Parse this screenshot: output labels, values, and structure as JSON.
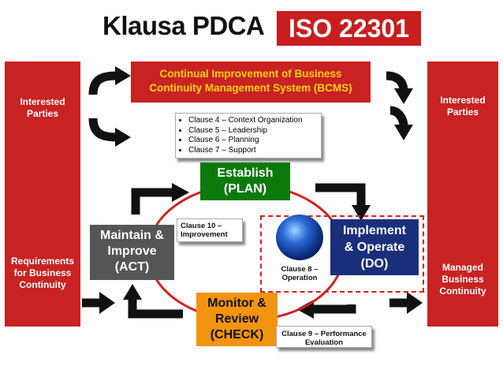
{
  "header": {
    "title": "Klausa PDCA",
    "badge": "ISO 22301"
  },
  "left_panel": {
    "top_label": "Interested Parties",
    "bottom_label": "Requirements for Business Continuity"
  },
  "right_panel": {
    "top_label": "Interested Parties",
    "bottom_label": "Managed Business Continuity"
  },
  "banner": {
    "line1": "Continual Improvement of Business",
    "line2": "Continuity Management System (BCMS)"
  },
  "clause_list": [
    "Clause 4 – Context Organization",
    "Clause 5 – Leadership",
    "Clause 6 – Planning",
    "Clause 7 – Support"
  ],
  "plan": {
    "line1": "Establish",
    "line2": "(PLAN)"
  },
  "act": {
    "line1": "Maintain &",
    "line2": "Improve",
    "line3": "(ACT)"
  },
  "check": {
    "line1": "Monitor &",
    "line2": "Review",
    "line3": "(CHECK)"
  },
  "do": {
    "line1": "Implement",
    "line2": "& Operate",
    "line3": "(DO)"
  },
  "clause10": {
    "line1": "Clause 10 –",
    "line2": "Improvement"
  },
  "clause8": {
    "line1": "Clause 8 –",
    "line2": "Operation"
  },
  "clause9": {
    "line1": "Clause 9 – Performance",
    "line2": "Evaluation"
  },
  "colors": {
    "red": "#c92222",
    "gold": "#ffd400",
    "green": "#0b7a0b",
    "gray": "#555555",
    "orange": "#f29410",
    "navy": "#1a2f7c"
  }
}
